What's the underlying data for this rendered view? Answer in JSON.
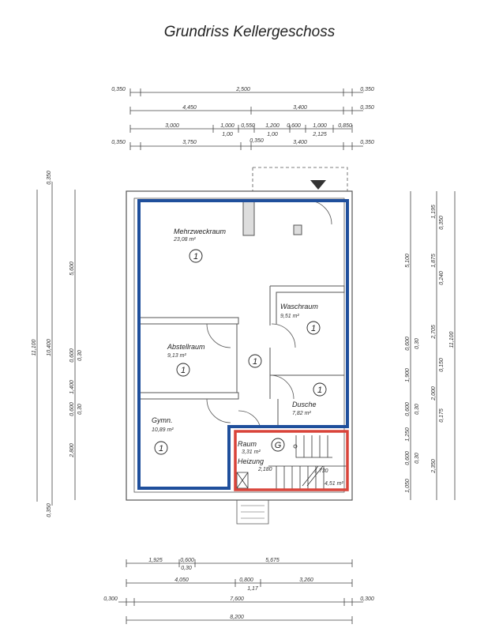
{
  "title": "Grundriss Kellergeschoss",
  "rooms": {
    "mehrzweck": {
      "name": "Mehrzweckraum",
      "area": "23,08 m²",
      "marker": "1"
    },
    "wasch": {
      "name": "Waschraum",
      "area": "9,51 m²",
      "marker": "1"
    },
    "abstell": {
      "name": "Abstellraum",
      "area": "9,13 m²",
      "marker": "1"
    },
    "flur": {
      "marker": "1"
    },
    "dusche": {
      "name": "Dusche",
      "area": "7,82 m²",
      "marker": "1"
    },
    "gymn": {
      "name": "Gymn.",
      "area": "10,89 m²",
      "marker": "1"
    },
    "heizung": {
      "name1": "Raum",
      "name2": "Heizung",
      "area": "3,31 m²",
      "marker": "G",
      "stair_dim_1": "2,180",
      "stair_dim_2": "1,730",
      "stair_area": "4,51 m²"
    }
  },
  "colors": {
    "highlight_blue": "#1f4f9c",
    "highlight_red": "#d9443a"
  },
  "dims": {
    "top": [
      "0,350",
      "2,500",
      "0,350",
      "4,450",
      "3,400",
      "0,350",
      "3,000",
      "1,000",
      "0,550",
      "1,200",
      "0,600",
      "1,000",
      "0,850",
      "1,00",
      "1,00",
      "2,125",
      "0,350",
      "3,750",
      "0,350",
      "3,400",
      "0,350"
    ],
    "bottom": [
      "1,925",
      "0,600",
      "5,675",
      "0,30",
      "4,050",
      "0,800",
      "3,260",
      "1,17",
      "0,300",
      "7,600",
      "0,300",
      "8,200"
    ],
    "left": [
      "11,100",
      "10,400",
      "0,350",
      "0,350",
      "5,600",
      "0,600",
      "0,30",
      "1,400",
      "0,600",
      "0,30",
      "2,800"
    ],
    "right": [
      "5,100",
      "0,600",
      "0,30",
      "1,900",
      "0,600",
      "0,30",
      "1,250",
      "0,600",
      "0,30",
      "1,050",
      "1,195",
      "0,350",
      "1,875",
      "0,240",
      "2,705",
      "0,150",
      "2,000",
      "0,175",
      "2,350",
      "11,100"
    ]
  }
}
